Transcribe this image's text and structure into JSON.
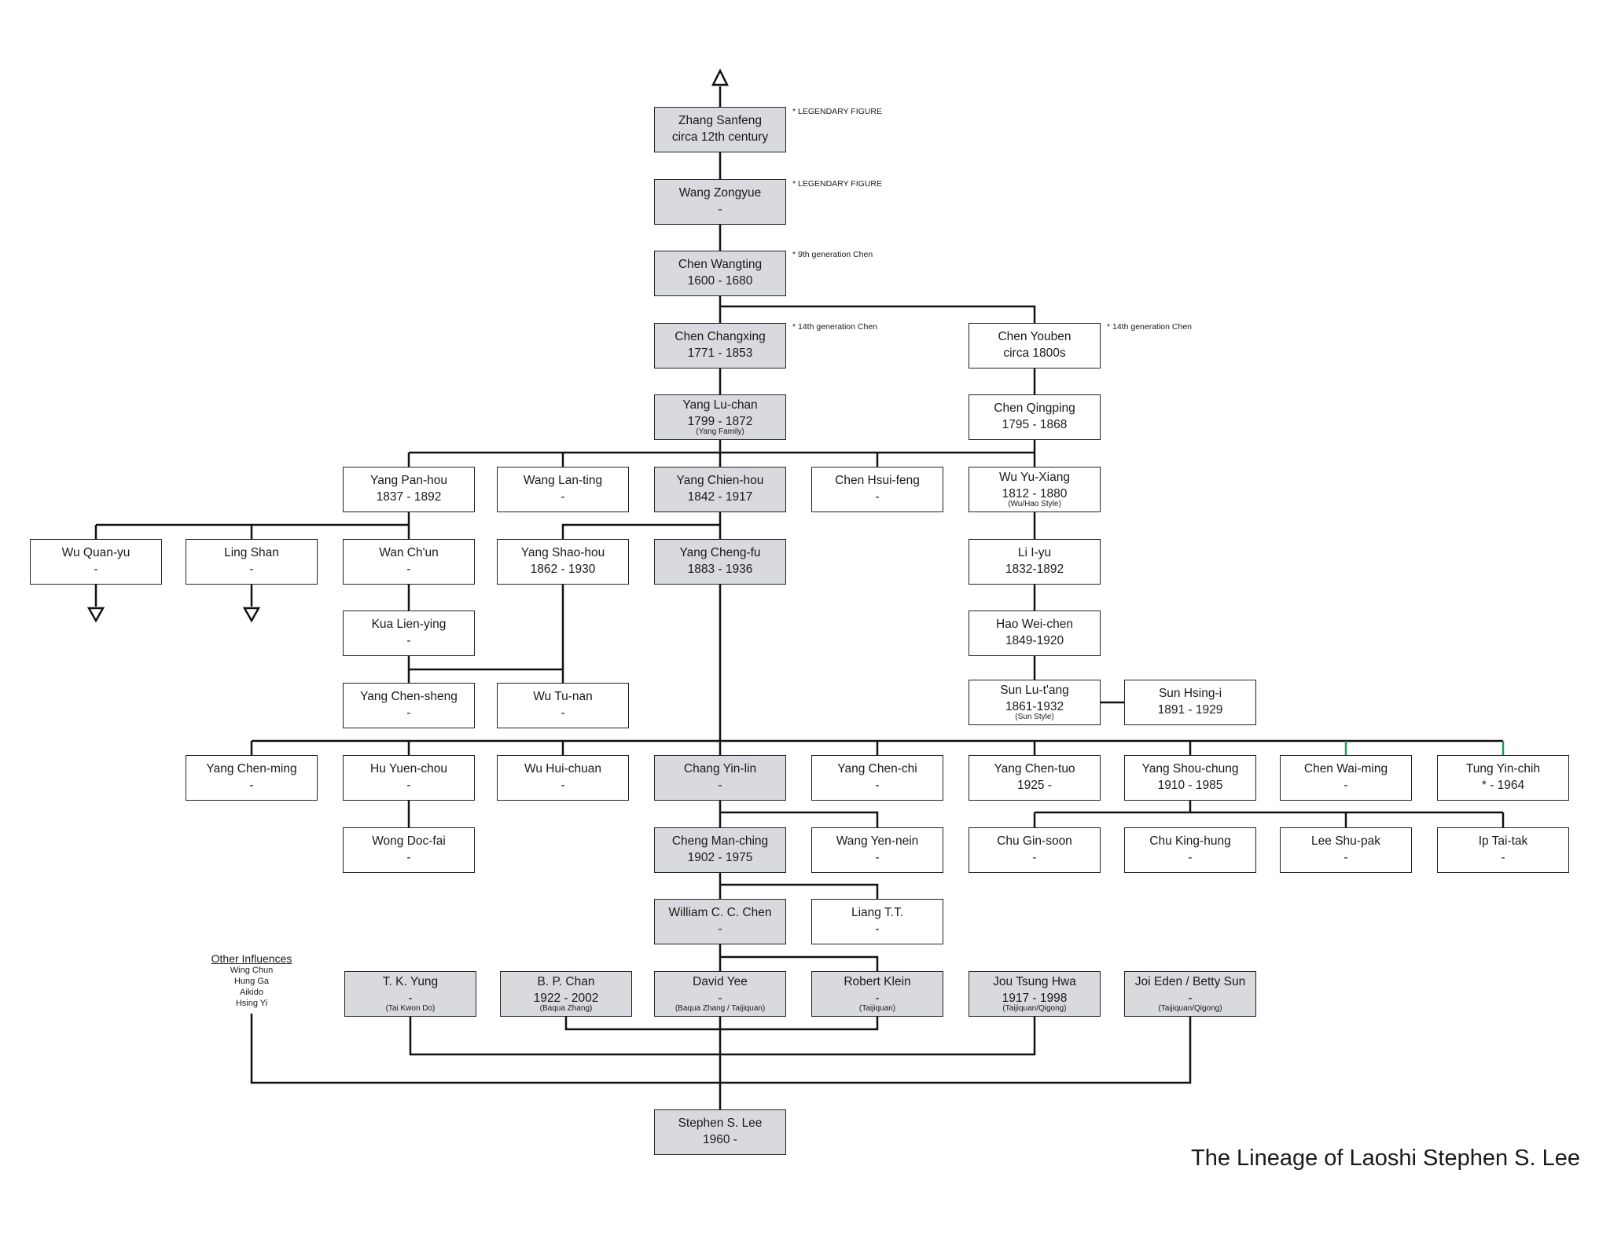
{
  "title": "The Lineage of Laoshi Stephen S. Lee",
  "colors": {
    "box_gray": "#d9dadd",
    "line": "#111111",
    "accent_line": "#1f9a5a"
  },
  "other_influences": {
    "title": "Other Influences",
    "items": [
      "Wing Chun",
      "Hung Ga",
      "Aikido",
      "Hsing Yi"
    ]
  },
  "notes": {
    "zhang": "* LEGENDARY FIGURE",
    "wangz": "* LEGENDARY FIGURE",
    "chenw": "* 9th generation Chen",
    "chenc": "* 14th generation Chen",
    "cheny": "* 14th generation Chen"
  },
  "nodes": {
    "zhang": {
      "name": "Zhang Sanfeng",
      "dates": "circa 12th century"
    },
    "wangz": {
      "name": "Wang Zongyue",
      "dates": "-"
    },
    "chenw": {
      "name": "Chen Wangting",
      "dates": "1600 - 1680"
    },
    "chenc": {
      "name": "Chen Changxing",
      "dates": "1771 - 1853"
    },
    "cheny": {
      "name": "Chen Youben",
      "dates": "circa 1800s"
    },
    "yanglu": {
      "name": "Yang Lu-chan",
      "dates": "1799 - 1872",
      "sub": "(Yang Family)"
    },
    "chenq": {
      "name": "Chen Qingping",
      "dates": "1795 - 1868"
    },
    "yangph": {
      "name": "Yang Pan-hou",
      "dates": "1837 - 1892"
    },
    "wanglt": {
      "name": "Wang Lan-ting",
      "dates": "-"
    },
    "yangch": {
      "name": "Yang Chien-hou",
      "dates": "1842 - 1917"
    },
    "chenhf": {
      "name": "Chen Hsui-feng",
      "dates": "-"
    },
    "wuyx": {
      "name": "Wu Yu-Xiang",
      "dates": "1812 - 1880",
      "sub": "(Wu/Hao Style)"
    },
    "wuqy": {
      "name": "Wu Quan-yu",
      "dates": "-"
    },
    "lings": {
      "name": "Ling Shan",
      "dates": "-"
    },
    "wanch": {
      "name": "Wan Ch'un",
      "dates": "-"
    },
    "yangsh": {
      "name": "Yang Shao-hou",
      "dates": "1862 - 1930"
    },
    "yangcf": {
      "name": "Yang Cheng-fu",
      "dates": "1883 - 1936"
    },
    "liiy": {
      "name": "Li I-yu",
      "dates": "1832-1892"
    },
    "kuly": {
      "name": "Kua Lien-ying",
      "dates": "-"
    },
    "haowc": {
      "name": "Hao Wei-chen",
      "dates": "1849-1920"
    },
    "yangcs": {
      "name": "Yang Chen-sheng",
      "dates": "-"
    },
    "wutn": {
      "name": "Wu Tu-nan",
      "dates": "-"
    },
    "sunlt": {
      "name": "Sun Lu-t'ang",
      "dates": "1861-1932",
      "sub": "(Sun Style)"
    },
    "sunhi": {
      "name": "Sun Hsing-i",
      "dates": "1891 - 1929"
    },
    "yangcm": {
      "name": "Yang Chen-ming",
      "dates": "-"
    },
    "huyc": {
      "name": "Hu Yuen-chou",
      "dates": "-"
    },
    "wuhc": {
      "name": "Wu Hui-chuan",
      "dates": "-"
    },
    "changyl": {
      "name": "Chang Yin-lin",
      "dates": "-"
    },
    "yangcc": {
      "name": "Yang Chen-chi",
      "dates": "-"
    },
    "yangct": {
      "name": "Yang Chen-tuo",
      "dates": "1925 -"
    },
    "yangsc": {
      "name": "Yang Shou-chung",
      "dates": "1910 - 1985"
    },
    "chenwm": {
      "name": "Chen Wai-ming",
      "dates": "-"
    },
    "tungyc": {
      "name": "Tung Yin-chih",
      "dates": "* - 1964"
    },
    "wongdf": {
      "name": "Wong Doc-fai",
      "dates": "-"
    },
    "chengmc": {
      "name": "Cheng Man-ching",
      "dates": "1902 - 1975"
    },
    "wangyn": {
      "name": "Wang Yen-nein",
      "dates": "-"
    },
    "chugs": {
      "name": "Chu Gin-soon",
      "dates": "-"
    },
    "chukh": {
      "name": "Chu King-hung",
      "dates": "-"
    },
    "leesp": {
      "name": "Lee Shu-pak",
      "dates": "-"
    },
    "iptt": {
      "name": "Ip Tai-tak",
      "dates": "-"
    },
    "william": {
      "name": "William C. C. Chen",
      "dates": "-"
    },
    "liangtt": {
      "name": "Liang T.T.",
      "dates": "-"
    },
    "tkyung": {
      "name": "T. K. Yung",
      "dates": "-",
      "sub": "(Tai Kwon Do)"
    },
    "bpchan": {
      "name": "B. P. Chan",
      "dates": "1922 - 2002",
      "sub": "(Baqua Zhang)"
    },
    "davidyee": {
      "name": "David Yee",
      "dates": "-",
      "sub": "(Baqua Zhang / Taijiquan)"
    },
    "robertk": {
      "name": "Robert Klein",
      "dates": "-",
      "sub": "(Taijiquan)"
    },
    "joutsh": {
      "name": "Jou Tsung Hwa",
      "dates": "1917 - 1998",
      "sub": "(Taijiquan/Qigong)"
    },
    "joieden": {
      "name": "Joi Eden / Betty Sun",
      "dates": "-",
      "sub": "(Taijiquan/Qigong)"
    },
    "stephen": {
      "name": "Stephen S. Lee",
      "dates": "1960 -"
    }
  }
}
